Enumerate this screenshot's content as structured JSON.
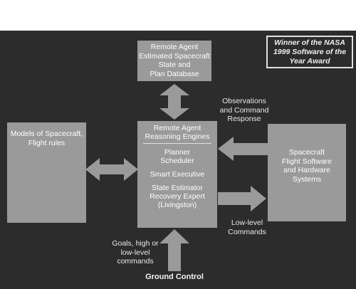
{
  "award": {
    "lines": [
      "Winner of the NASA",
      "1999 Software of the",
      "Year Award"
    ]
  },
  "database_box": {
    "lines": [
      "Remote Agent",
      "Estimated Spacecraft",
      "State and",
      "Plan Database"
    ]
  },
  "models_box": {
    "lines": [
      "Models of Spacecraft,",
      "Flight rules"
    ]
  },
  "reasoning_box": {
    "title_lines": [
      "Remote Agent",
      "Reasoning Engines"
    ],
    "planner": "Planner",
    "scheduler": "Scheduler",
    "executive": "Smart Executive",
    "estimator_lines": [
      "State Estimator",
      "Recovery Expert",
      "(Livingston)"
    ]
  },
  "spacecraft_box": {
    "lines": [
      "Spacecraft",
      "Flight Software",
      "and Hardware",
      "Systems"
    ]
  },
  "labels": {
    "observations": [
      "Observations",
      "and Command",
      "Response"
    ],
    "low_level": [
      "Low-level",
      "Commands"
    ],
    "goals": [
      "Goals, high or",
      "low-level",
      "commands"
    ],
    "ground_control": "Ground Control"
  },
  "colors": {
    "background": "#2c2c2c",
    "box": "#9a9a9a",
    "arrow": "#9a9a9a"
  }
}
